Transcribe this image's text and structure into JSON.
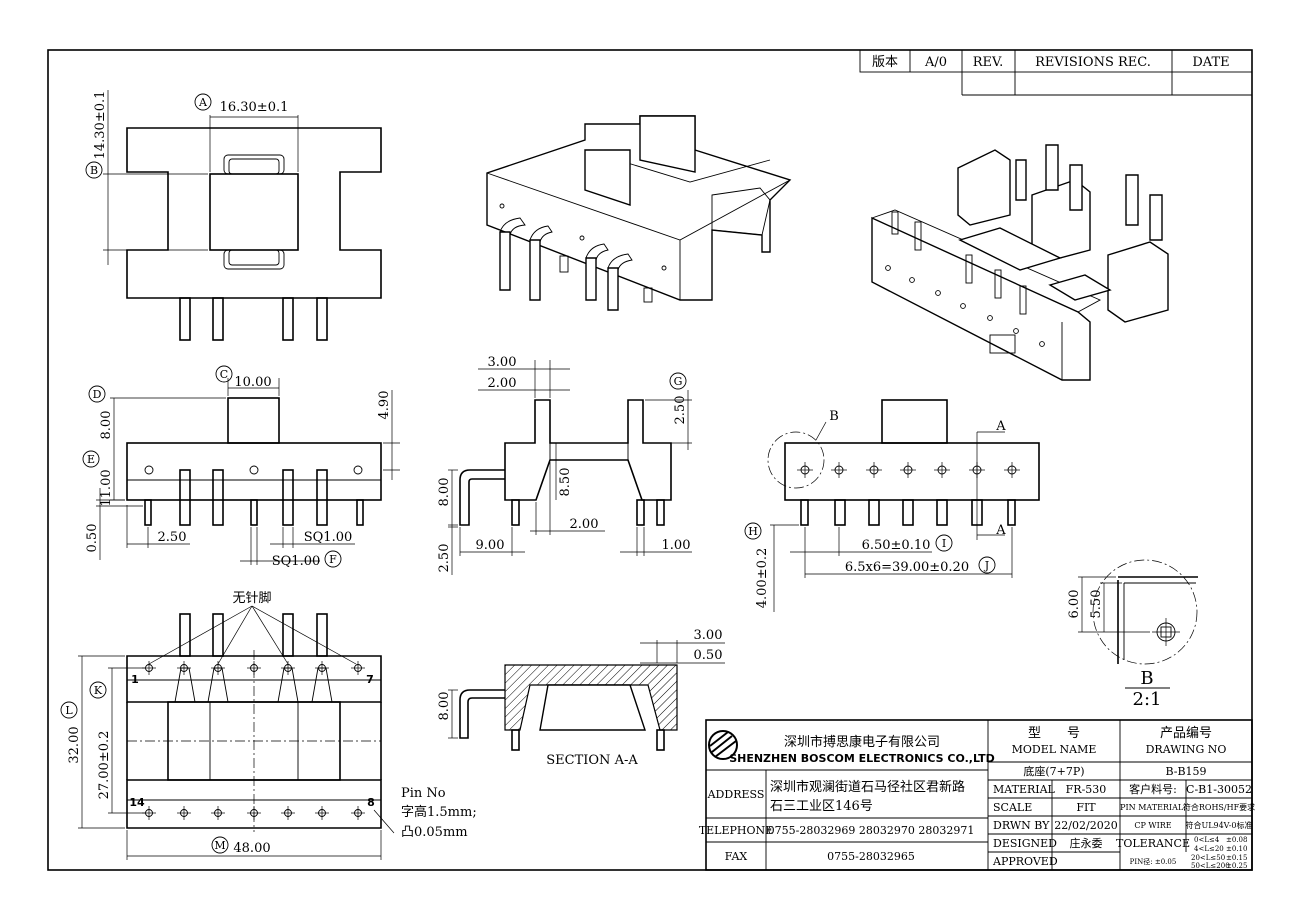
{
  "revision_block": {
    "version_label": "版本",
    "version_value": "A/0",
    "rev_label": "REV.",
    "revisions_label": "REVISIONS REC.",
    "date_label": "DATE"
  },
  "top_view": {
    "dim_width": "16.30±0.1",
    "dim_height": "14.30±0.1",
    "callout_a": "A",
    "callout_b": "B"
  },
  "front_view": {
    "dim_top_width": "10.00",
    "dim_height_upper": "8.00",
    "dim_right_height": "4.90",
    "dim_height_total": "11.00",
    "dim_pin_gap": "0.50",
    "dim_pin_spacing": "2.50",
    "dim_pin_sq_right": "SQ1.00",
    "dim_pin_sq_left": "SQ1.00",
    "callout_c": "C",
    "callout_d": "D",
    "callout_e": "E",
    "callout_f": "F"
  },
  "side_view": {
    "dim_3": "3.00",
    "dim_2": "2.00",
    "dim_g": "2.50",
    "dim_inner": "8.50",
    "dim_left_h": "8.00",
    "dim_lower_gap": "2.00",
    "dim_base": "2.50",
    "dim_width": "9.00",
    "dim_pin": "1.00",
    "callout_g": "G"
  },
  "pin_view": {
    "label_b": "B",
    "label_a_top": "A",
    "label_a_bottom": "A",
    "dim_pitch": "6.50±0.10",
    "dim_total": "6.5x6=39.00±0.20",
    "dim_pin_height": "4.00±0.2",
    "callout_h": "H",
    "callout_i": "I",
    "callout_j": "J"
  },
  "bottom_view": {
    "no_pin_label": "无针脚",
    "dim_total_h": "32.00",
    "dim_inner_h": "27.00±0.2",
    "dim_width": "48.00",
    "pin_1": "1",
    "pin_7": "7",
    "pin_14": "14",
    "pin_8": "8",
    "note_line1": "Pin No",
    "note_line2": "字高1.5mm;",
    "note_line3": "凸0.05mm",
    "callout_k": "K",
    "callout_l": "L",
    "callout_m": "M"
  },
  "section_view": {
    "dim_3": "3.00",
    "dim_05": "0.50",
    "dim_8": "8.00",
    "caption": "SECTION A-A"
  },
  "detail_b": {
    "dim_6": "6.00",
    "dim_55": "5.50",
    "caption": "B",
    "scale": "2:1"
  },
  "title_block": {
    "company_cn": "深圳市搏思康电子有限公司",
    "company_en": "SHENZHEN BOSCOM ELECTRONICS CO.,LTD",
    "model_label_cn": "型　　号",
    "model_label_en": "MODEL NAME",
    "model_value": "底座(7+7P)",
    "drawing_label_cn": "产品编号",
    "drawing_label_en": "DRAWING NO",
    "drawing_value": "B-B159",
    "address_label": "ADDRESS",
    "address_line1": "深圳市观澜街道石马径社区君新路",
    "address_line2": "石三工业区146号",
    "telephone_label": "TELEPHONE",
    "telephone_value": "0755-28032969 28032970 28032971",
    "fax_label": "FAX",
    "fax_value": "0755-28032965",
    "material_label": "MATERIAL",
    "material_value": "FR-530",
    "scale_label": "SCALE",
    "scale_value": "FIT",
    "drawn_label": "DRWN BY",
    "drawn_value": "22/02/2020",
    "designed_label": "DESIGNED",
    "designed_value": "庄永委",
    "approved_label": "APPROVED",
    "customer_pn_label": "客户料号:",
    "customer_pn_value": "C-B1-30052",
    "pin_material_label": "PIN MATERIAL:",
    "pin_material_value": "符合ROHS/HF要求",
    "cp_wire_label": "CP WIRE",
    "cp_wire_value": "符合UL94V-0标准",
    "tolerance_label": "TOLERANCE",
    "tol_1": "0<L≤4",
    "tol_1v": "±0.08",
    "tol_2": "4<L≤20",
    "tol_2v": "±0.10",
    "tol_3": "20<L≤50",
    "tol_3v": "±0.15",
    "tol_4": "50<L≤200",
    "tol_4v": "±0.25",
    "pin_tol": "PIN径: ±0.05"
  }
}
